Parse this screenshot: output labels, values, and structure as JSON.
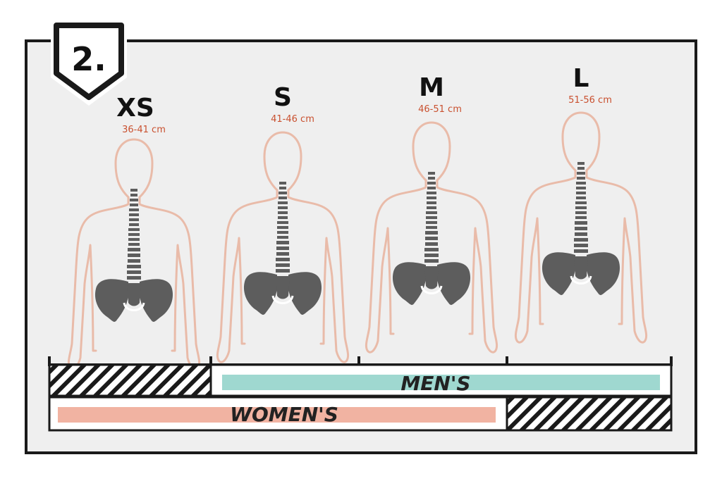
{
  "step": {
    "label": "2."
  },
  "sizes": [
    {
      "id": "xs",
      "label": "XS",
      "range": "36-41 cm"
    },
    {
      "id": "s",
      "label": "S",
      "range": "41-46 cm"
    },
    {
      "id": "m",
      "label": "M",
      "range": "46-51 cm"
    },
    {
      "id": "l",
      "label": "L",
      "range": "51-56 cm"
    }
  ],
  "bands": {
    "mens": {
      "label": "MEN'S",
      "color": "#9fd8d0"
    },
    "womens": {
      "label": "WOMEN'S",
      "color": "#f1b3a2"
    }
  },
  "colors": {
    "panel": "#efefef",
    "frame": "#1a1a1a",
    "body_outline": "#e9bba9",
    "spine": "#5d5d5d",
    "range_text": "#c9502f"
  }
}
